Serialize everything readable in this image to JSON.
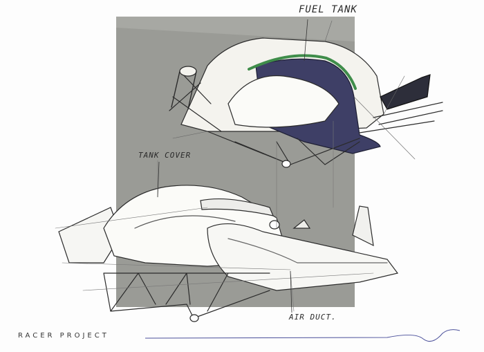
{
  "labels": {
    "fuel_tank": "FUEL TANK",
    "tank_cover": "TANK COVER",
    "air_duct": "AIR DUCT.",
    "project_title": "RACER PROJECT"
  },
  "colors": {
    "backdrop": "#9a9b96",
    "tank_navy": "#3e3f66",
    "tank_trim_green": "#3f8d4a",
    "ink": "#2b2b2b",
    "accent_line": "#4a4f9a"
  }
}
